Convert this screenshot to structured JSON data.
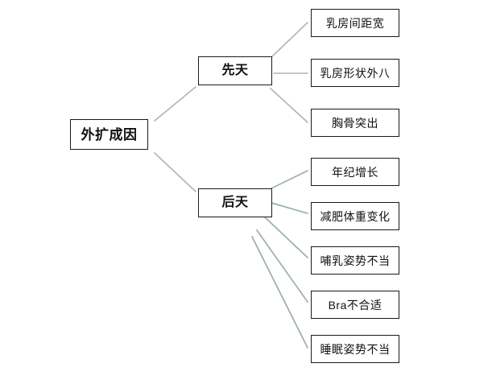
{
  "diagram": {
    "type": "tree",
    "title": "外扩成因",
    "background_color": "#ffffff",
    "box_border_color": "#1a1a1a",
    "connector_color": "#aab6ba",
    "connector_color_strong": "#9fb0b4",
    "root": {
      "id": "root",
      "label": "外扩成因"
    },
    "branches": [
      {
        "id": "branch-innate",
        "label": "先天",
        "children": [
          {
            "id": "leaf-1",
            "label": "乳房间距宽"
          },
          {
            "id": "leaf-2",
            "label": "乳房形状外八"
          },
          {
            "id": "leaf-3",
            "label": "胸骨突出"
          }
        ]
      },
      {
        "id": "branch-acquired",
        "label": "后天",
        "children": [
          {
            "id": "leaf-4",
            "label": "年纪增长"
          },
          {
            "id": "leaf-5",
            "label": "减肥体重变化"
          },
          {
            "id": "leaf-6",
            "label": "哺乳姿势不当"
          },
          {
            "id": "leaf-7",
            "label": "Bra不合适"
          },
          {
            "id": "leaf-8",
            "label": "睡眠姿势不当"
          }
        ]
      }
    ]
  }
}
